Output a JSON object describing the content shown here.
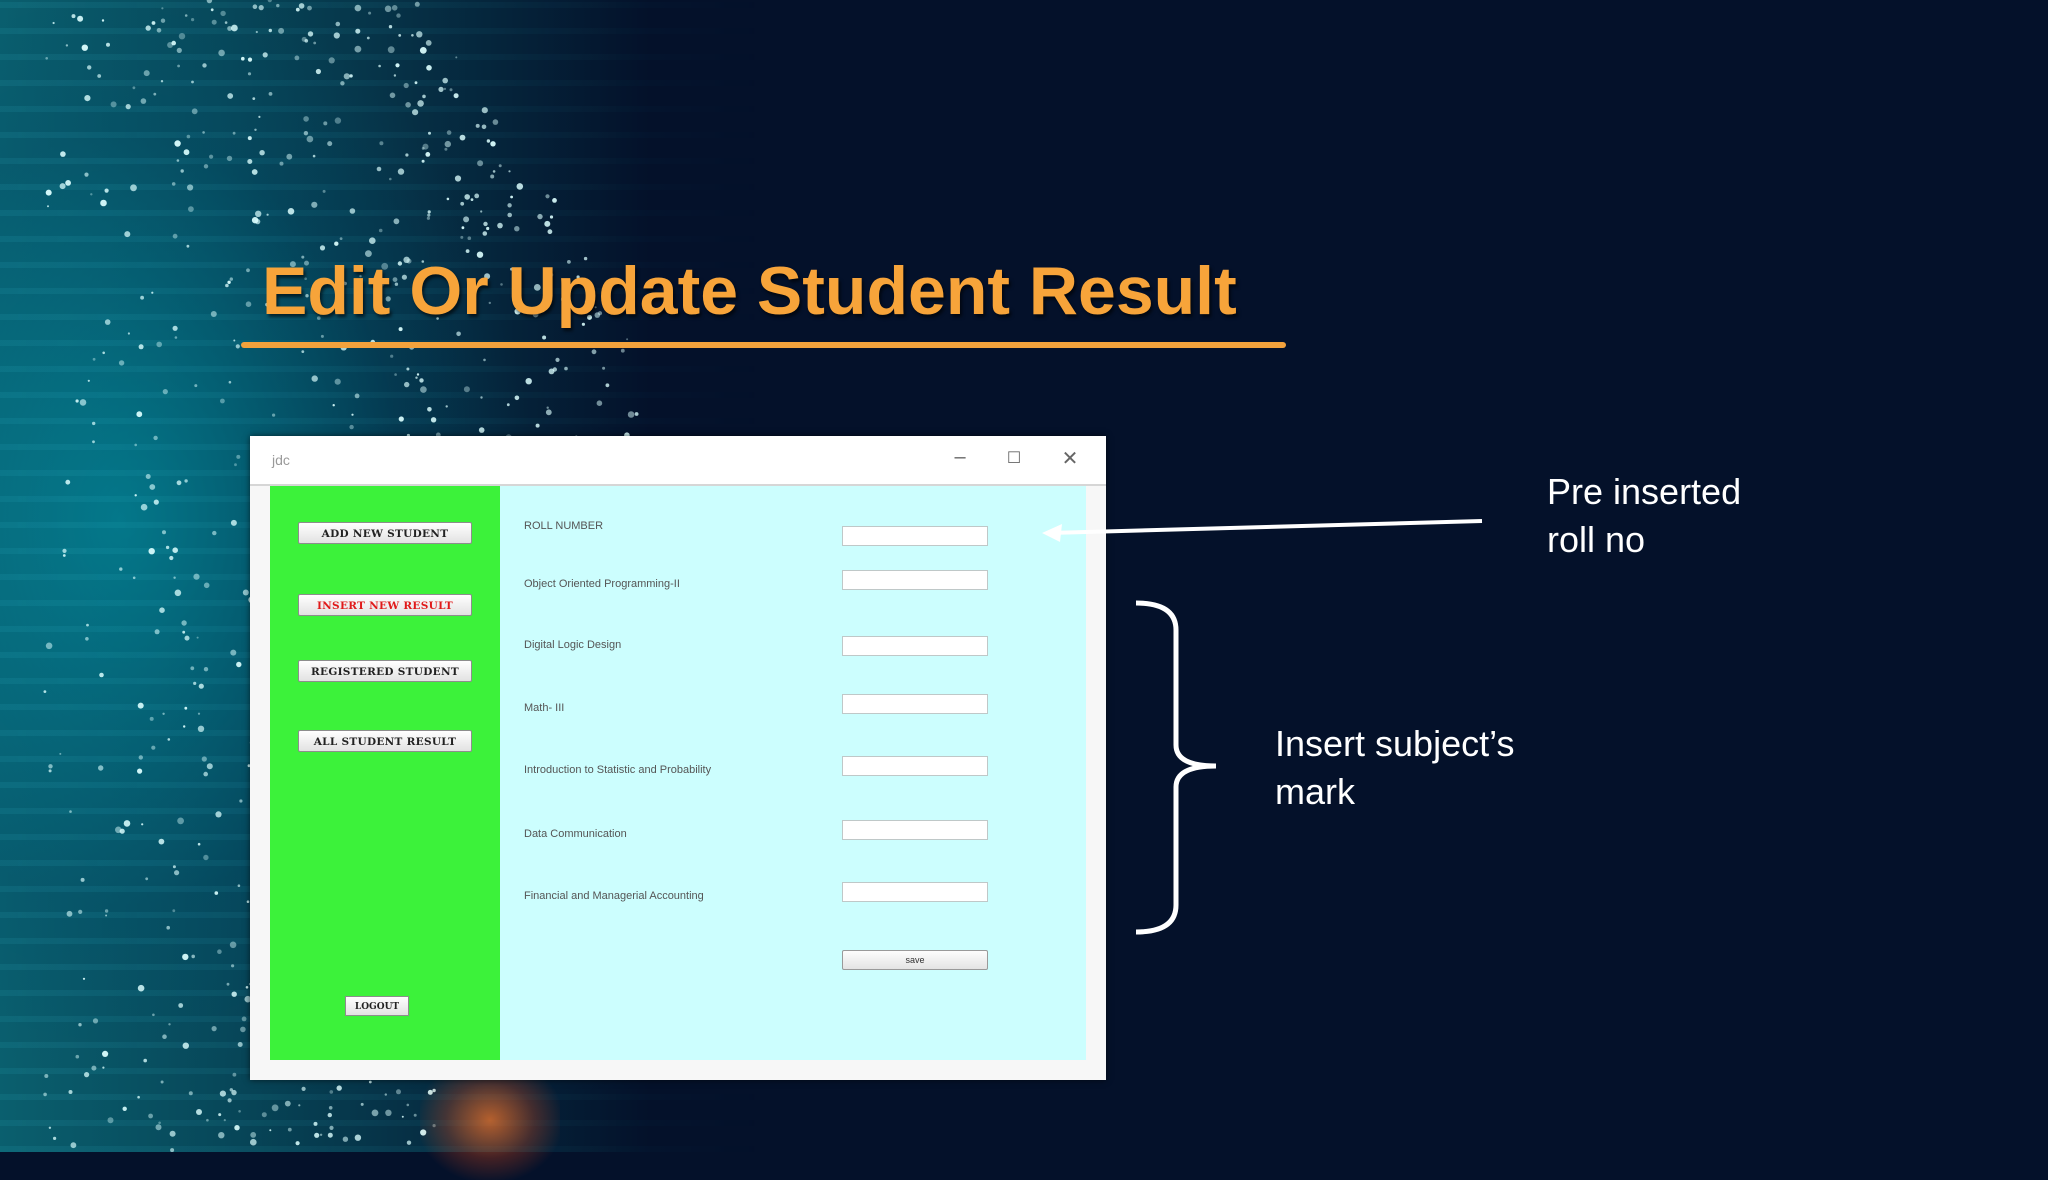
{
  "slide": {
    "title": "Edit Or Update Student Result"
  },
  "window": {
    "title": "jdc",
    "controls": {
      "minimize": "–",
      "maximize": "☐",
      "close": "✕"
    }
  },
  "sidebar": {
    "buttons": [
      {
        "label": "ADD NEW STUDENT",
        "color": "#222222"
      },
      {
        "label": "INSERT NEW RESULT",
        "color": "#e01a1a"
      },
      {
        "label": "REGISTERED STUDENT",
        "color": "#222222"
      },
      {
        "label": "ALL STUDENT RESULT",
        "color": "#222222"
      }
    ],
    "logout_label": "LOGOUT",
    "bg_color": "#3cf23a"
  },
  "form": {
    "fields": [
      {
        "label": "ROLL NUMBER",
        "value": ""
      },
      {
        "label": "Object Oriented Programming-II",
        "value": ""
      },
      {
        "label": "Digital Logic Design",
        "value": ""
      },
      {
        "label": "Math- III",
        "value": ""
      },
      {
        "label": "Introduction to Statistic and Probability",
        "value": ""
      },
      {
        "label": "Data Communication",
        "value": ""
      },
      {
        "label": "Financial and Managerial Accounting",
        "value": ""
      }
    ],
    "save_label": "save",
    "bg_color": "#ccfefe"
  },
  "annotations": {
    "roll_no": "Pre inserted\nroll no",
    "subjects": "Insert subject’s\nmark"
  },
  "colors": {
    "title": "#f7a43a",
    "background": "#04112a",
    "annotation": "#ffffff"
  }
}
